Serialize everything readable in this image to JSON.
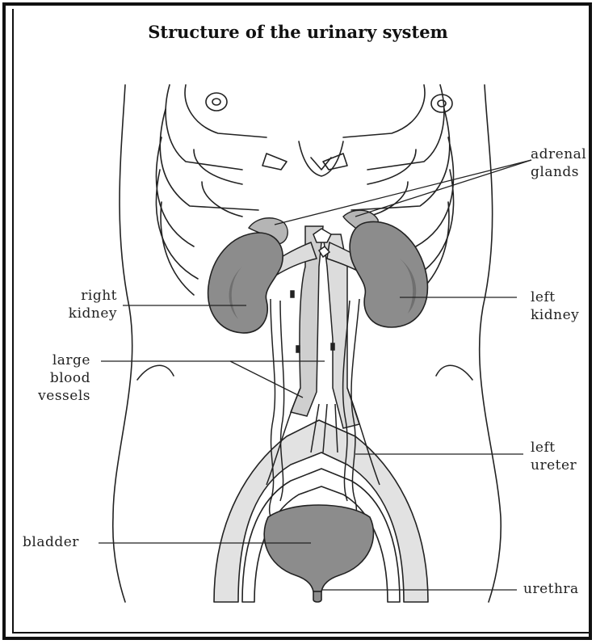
{
  "title": "Structure of the urinary system",
  "labels": {
    "adrenal_glands": [
      "adrenal",
      "glands"
    ],
    "right_kidney": [
      "right",
      "kidney"
    ],
    "left_kidney": [
      "left",
      "kidney"
    ],
    "large_blood_vessels": [
      "large",
      "blood",
      "vessels"
    ],
    "left_ureter": [
      "left",
      "ureter"
    ],
    "bladder": "bladder",
    "urethra": "urethra"
  },
  "colors": {
    "organ_fill": "#8c8c8c",
    "organ_shade": "#6f6f6f",
    "vessel_fill": "#cfcfcf",
    "outline": "#222222"
  }
}
